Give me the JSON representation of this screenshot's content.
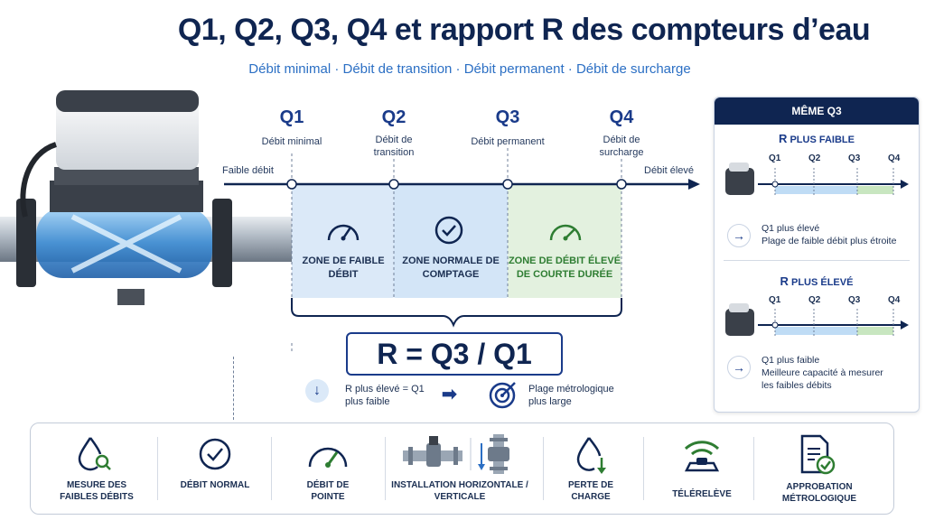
{
  "header": {
    "title": "Q1, Q2, Q3, Q4 et rapport R des compteurs d’eau",
    "subtitle": "Débit minimal · Débit de transition · Débit permanent · Débit de surcharge"
  },
  "axis": {
    "left_label": "Faible débit",
    "right_label": "Débit élevé",
    "points": [
      {
        "label": "Q1",
        "desc": "Débit minimal"
      },
      {
        "label": "Q2",
        "desc": "Débit de transition"
      },
      {
        "label": "Q3",
        "desc": "Débit permanent"
      },
      {
        "label": "Q4",
        "desc": "Débit de surcharge"
      }
    ]
  },
  "zones": [
    {
      "text": "ZONE DE FAIBLE DÉBIT",
      "color": "#dbe9f8"
    },
    {
      "text": "ZONE NORMALE DE COMPTAGE",
      "color": "#dbe9f8"
    },
    {
      "text": "ZONE DE DÉBIT ÉLEVÉ DE COURTE DURÉE",
      "color": "#e3f1df"
    }
  ],
  "formula": "R = Q3 / Q1",
  "explain": {
    "left": "R plus élevé = Q1 plus faible",
    "right": "Plage métrologique plus large"
  },
  "panel": {
    "head": "MÊME Q3",
    "r_word": "R",
    "case1": {
      "title_rest": "PLUS FAIBLE",
      "labels": [
        "Q1",
        "Q2",
        "Q3",
        "Q4"
      ],
      "line1": "Q1 plus élevé",
      "line2": "Plage de faible débit plus étroite"
    },
    "case2": {
      "title_rest": "PLUS ÉLEVÉ",
      "labels": [
        "Q1",
        "Q2",
        "Q3",
        "Q4"
      ],
      "line1": "Q1 plus faible",
      "line2": "Meilleure capacité à mesurer les faibles débits"
    }
  },
  "features": [
    {
      "label": "MESURE DES FAIBLES DÉBITS",
      "icon": "drop-magnifier-icon"
    },
    {
      "label": "DÉBIT NORMAL",
      "icon": "check-circle-icon"
    },
    {
      "label": "DÉBIT DE POINTE",
      "icon": "gauge-icon"
    },
    {
      "label": "INSTALLATION HORIZONTALE / VERTICALE",
      "icon": "pipe-valve-icon"
    },
    {
      "label": "PERTE DE CHARGE",
      "icon": "drop-arrow-icon"
    },
    {
      "label": "TÉLÉRELÈVE",
      "icon": "wireless-icon"
    },
    {
      "label": "APPROBATION MÉTROLOGIQUE",
      "icon": "certificate-icon"
    }
  ],
  "colors": {
    "navy": "#0f2551",
    "blue": "#1a3b8a",
    "accent": "#2b6fc4",
    "green": "#2e7d32"
  }
}
